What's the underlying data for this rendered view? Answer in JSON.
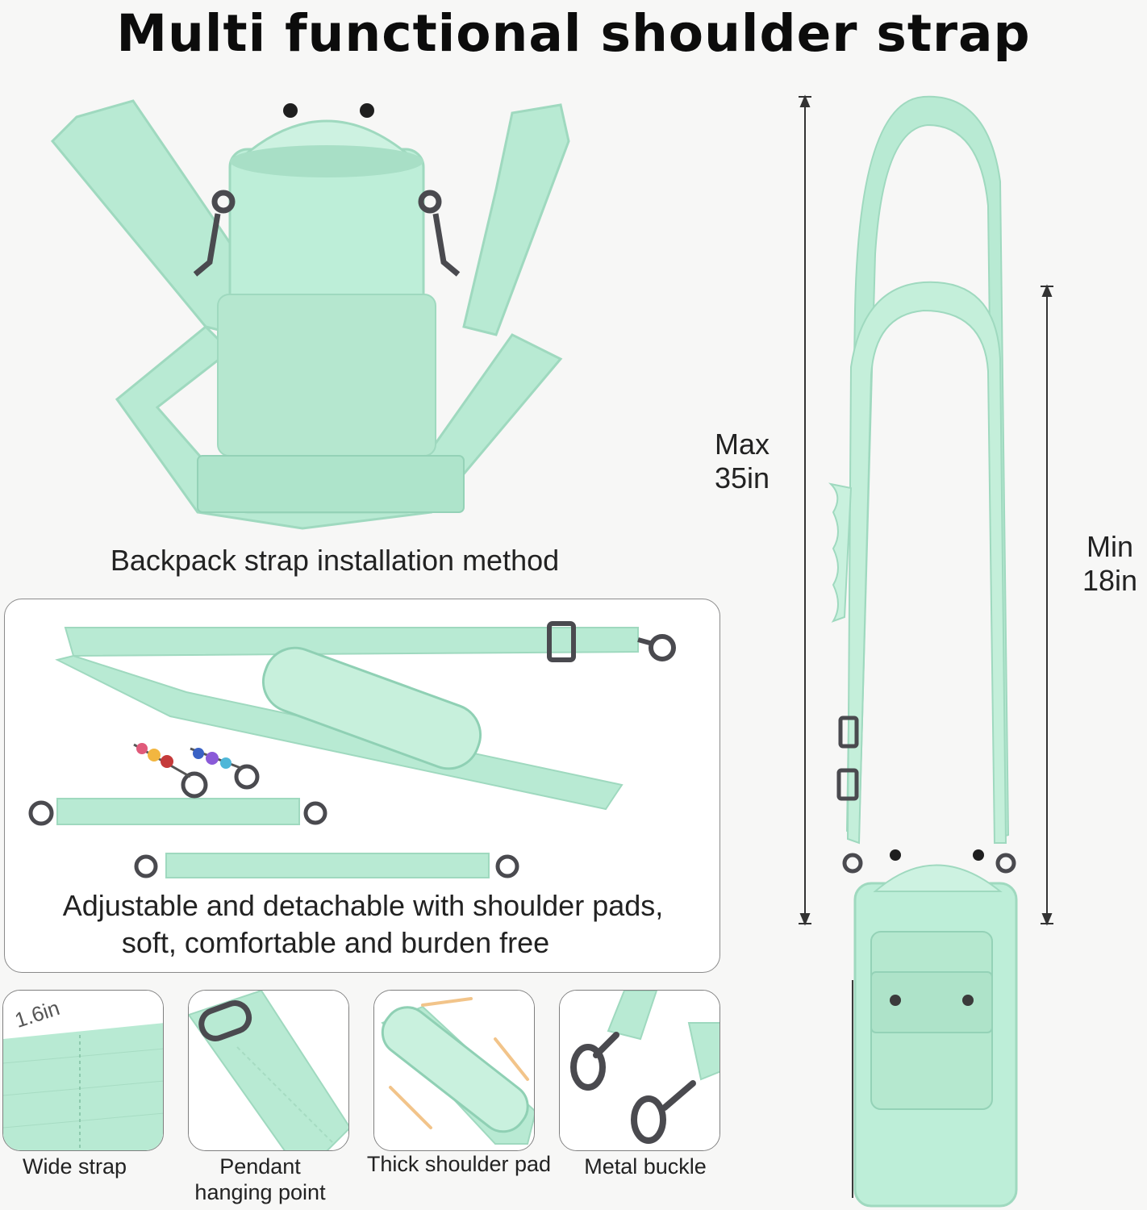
{
  "title": "Multi functional shoulder strap",
  "colors": {
    "strap": "#b8ead3",
    "strap_dark": "#9fd9bf",
    "strap_light": "#d3f4e4",
    "metal": "#4a4a4f",
    "background": "#f7f7f6"
  },
  "backpack_caption": "Backpack strap installation method",
  "detail_panel": {
    "caption_line1": "Adjustable and detachable with shoulder pads,",
    "caption_line2": "soft, comfortable and burden free"
  },
  "length": {
    "max_label_line1": "Max",
    "max_label_line2": "35in",
    "min_label_line1": "Min",
    "min_label_line2": "18in"
  },
  "features": [
    {
      "label": "Wide strap",
      "image_text": "1.6in",
      "icon": "wide-strap-icon"
    },
    {
      "label_line1": "Pendant",
      "label_line2": "hanging point",
      "icon": "pendant-loop-icon"
    },
    {
      "label": "Thick shoulder pad",
      "icon": "shoulder-pad-icon"
    },
    {
      "label": "Metal buckle",
      "icon": "metal-buckle-icon"
    }
  ]
}
